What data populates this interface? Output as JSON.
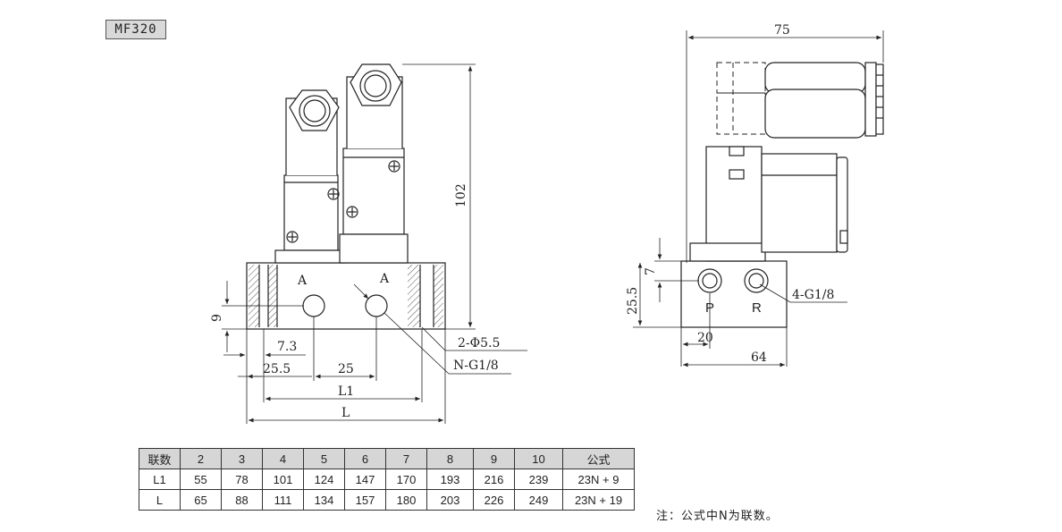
{
  "model": "MF320",
  "front_view": {
    "port_label_a1": "A",
    "port_label_a2": "A",
    "dim_height": "102",
    "dim_9": "9",
    "dim_7_3": "7.3",
    "dim_25_5": "25.5",
    "dim_25": "25",
    "dim_l1": "L1",
    "dim_l": "L",
    "callout_holes": "2-Φ5.5",
    "callout_ports": "N-G1/8"
  },
  "side_view": {
    "dim_75": "75",
    "dim_7": "7",
    "dim_25_5": "25.5",
    "dim_20": "20",
    "dim_64": "64",
    "port_p": "P",
    "port_r": "R",
    "callout_ports": "4-G1/8"
  },
  "table": {
    "headers": [
      "联数",
      "2",
      "3",
      "4",
      "5",
      "6",
      "7",
      "8",
      "9",
      "10",
      "公式"
    ],
    "rows": [
      [
        "L1",
        "55",
        "78",
        "101",
        "124",
        "147",
        "170",
        "193",
        "216",
        "239",
        "23N + 9"
      ],
      [
        "L",
        "65",
        "88",
        "111",
        "134",
        "157",
        "180",
        "203",
        "226",
        "249",
        "23N + 19"
      ]
    ]
  },
  "note": "注：公式中N为联数。"
}
